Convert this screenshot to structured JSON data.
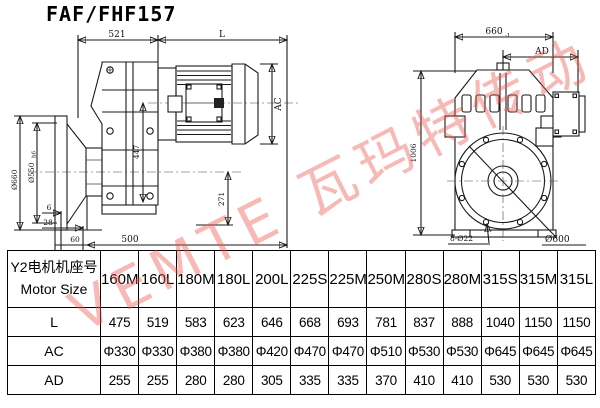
{
  "title": "FAF/FHF157",
  "watermark": "VEMTE 瓦玛特传动",
  "left_drawing": {
    "dim_521": "521",
    "dim_L": "L",
    "dim_AC": "AC",
    "dim_447": "447",
    "dim_271": "271",
    "dim_phi660": "Ø660",
    "dim_phi550": "Ø550",
    "dim_phi550_tol": "h6",
    "dim_6": "6",
    "dim_28": "28",
    "dim_60": "60",
    "dim_500": "500"
  },
  "right_drawing": {
    "dim_660": "660",
    "dim_660_tol": "-1",
    "dim_AD": "AD",
    "dim_1006": "1006",
    "dim_8_phi22": "8-Ø22",
    "dim_phi600": "Ø600"
  },
  "table": {
    "header_cn": "Y2电机机座号",
    "header_en": "Motor Size",
    "columns": [
      "160M",
      "160L",
      "180M",
      "180L",
      "200L",
      "225S",
      "225M",
      "250M",
      "280S",
      "280M",
      "315S",
      "315M",
      "315L"
    ],
    "rows": [
      {
        "label": "L",
        "values": [
          "475",
          "519",
          "583",
          "623",
          "646",
          "668",
          "693",
          "781",
          "837",
          "888",
          "1040",
          "1150",
          "1150"
        ]
      },
      {
        "label": "AC",
        "values": [
          "Φ330",
          "Φ330",
          "Φ380",
          "Φ380",
          "Φ420",
          "Φ470",
          "Φ470",
          "Φ510",
          "Φ530",
          "Φ530",
          "Φ645",
          "Φ645",
          "Φ645"
        ]
      },
      {
        "label": "AD",
        "values": [
          "255",
          "255",
          "280",
          "280",
          "305",
          "335",
          "335",
          "370",
          "410",
          "410",
          "530",
          "530",
          "530"
        ]
      }
    ]
  }
}
